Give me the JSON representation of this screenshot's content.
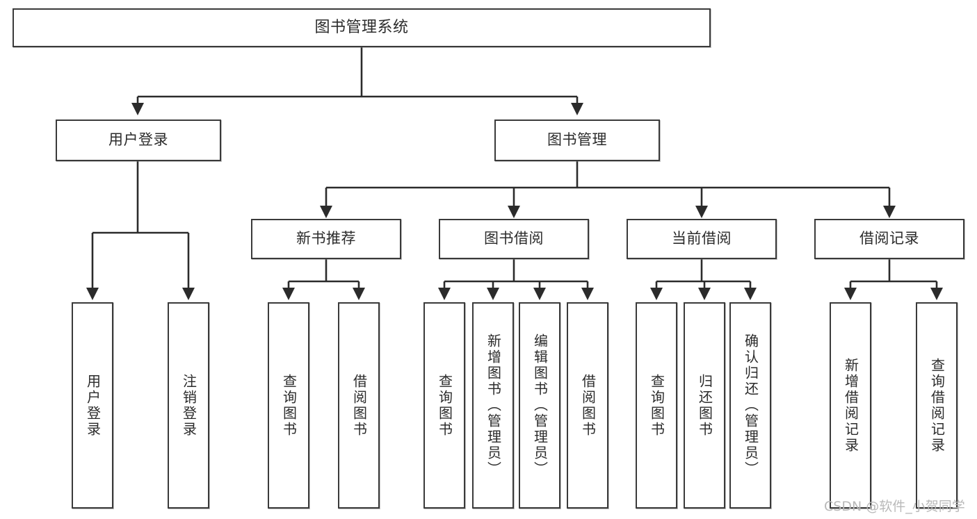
{
  "diagram": {
    "type": "tree",
    "title": "图书管理系统",
    "watermark": "CSDN @软件_小贺同学",
    "colors": {
      "background": "#ffffff",
      "node_border": "#3a3a3a",
      "node_fill": "#ffffff",
      "text": "#2b2b2b",
      "edge": "#2b2b2b",
      "watermark": "#b9b9b9"
    },
    "nodes": {
      "root": {
        "label": "图书管理系统"
      },
      "level1": [
        {
          "id": "user-login",
          "label": "用户登录"
        },
        {
          "id": "book-manage",
          "label": "图书管理"
        }
      ],
      "level2": [
        {
          "id": "new-book-recommend",
          "label": "新书推荐"
        },
        {
          "id": "book-borrow",
          "label": "图书借阅"
        },
        {
          "id": "current-borrow",
          "label": "当前借阅"
        },
        {
          "id": "borrow-record",
          "label": "借阅记录"
        }
      ],
      "leaves": {
        "user_login": [
          {
            "id": "leaf-user-login",
            "label": "用户登录"
          },
          {
            "id": "leaf-user-logout",
            "label": "注销登录"
          }
        ],
        "new_book_recommend": [
          {
            "id": "leaf-query-book-1",
            "label": "查询图书"
          },
          {
            "id": "leaf-borrow-book-1",
            "label": "借阅图书"
          }
        ],
        "book_borrow": [
          {
            "id": "leaf-query-book-2",
            "label": "查询图书"
          },
          {
            "id": "leaf-add-book",
            "label": "新增图书（管理员）"
          },
          {
            "id": "leaf-edit-book",
            "label": "编辑图书（管理员）"
          },
          {
            "id": "leaf-borrow-book-2",
            "label": "借阅图书"
          }
        ],
        "current_borrow": [
          {
            "id": "leaf-query-book-3",
            "label": "查询图书"
          },
          {
            "id": "leaf-return-book",
            "label": "归还图书"
          },
          {
            "id": "leaf-confirm-return",
            "label": "确认归还（管理员）"
          }
        ],
        "borrow_record": [
          {
            "id": "leaf-add-record",
            "label": "新增借阅记录"
          },
          {
            "id": "leaf-query-record",
            "label": "查询借阅记录"
          }
        ]
      }
    }
  }
}
